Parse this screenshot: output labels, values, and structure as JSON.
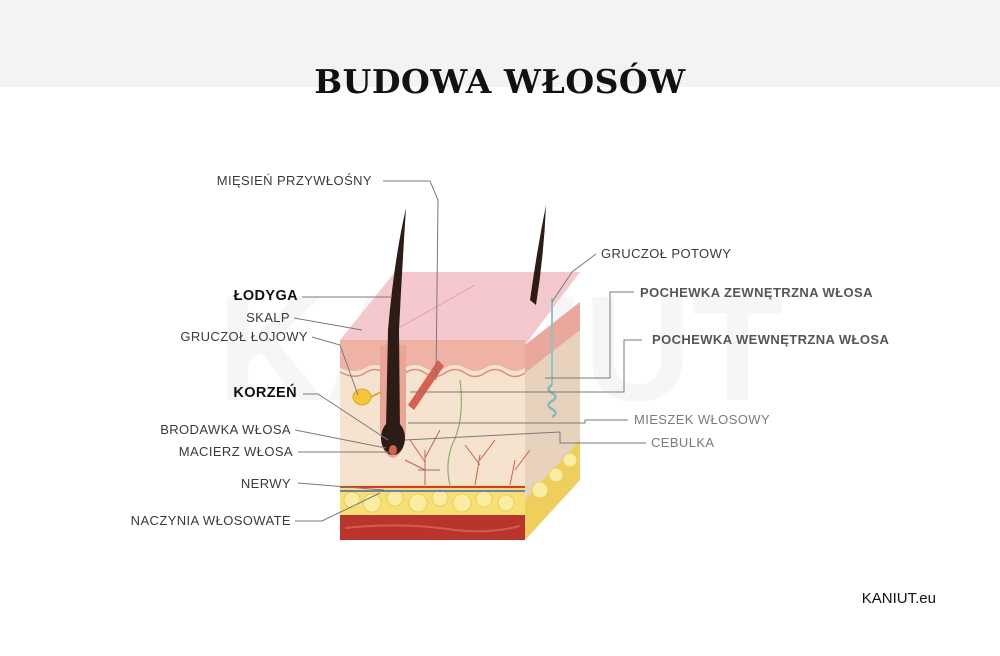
{
  "title": "BUDOWA WŁOSÓW",
  "watermark": "KANIUT",
  "brand": "KANIUT.eu",
  "labels_left": {
    "muscle": "MIĘSIEŃ PRZYWŁOŚNY",
    "shaft": "ŁODYGA",
    "scalp": "SKALP",
    "sebaceous": "GRUCZOŁ ŁOJOWY",
    "root": "KORZEŃ",
    "papilla": "BRODAWKA WŁOSA",
    "matrix": "MACIERZ WŁOSA",
    "nerves": "NERWY",
    "capillaries": "NACZYNIA WŁOSOWATE"
  },
  "labels_right": {
    "sweat_gland": "GRUCZOŁ POTOWY",
    "outer_sheath": "POCHEWKA ZEWNĘTRZNA WŁOSA",
    "inner_sheath": "POCHEWKA WEWNĘTRZNA WŁOSA",
    "follicle": "MIESZEK WŁOSOWY",
    "bulb": "CEBULKA"
  },
  "colors": {
    "skin_top": "#f4c8cc",
    "epidermis": "#f0b9ad",
    "dermis": "#f5e3cf",
    "fat": "#f5dc6a",
    "muscle_layer": "#b8342d",
    "hair": "#2b1d16"
  }
}
